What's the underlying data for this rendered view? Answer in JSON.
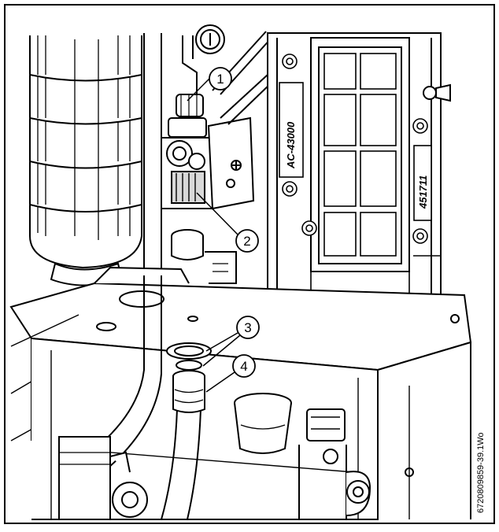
{
  "figure": {
    "callouts": [
      "1",
      "2",
      "3",
      "4"
    ],
    "side_label": "6720809859-39.1Wo",
    "panel_markings": {
      "model_text": "AC-43000",
      "serial_text": "451711"
    },
    "colors": {
      "line": "#000000",
      "fill": "#ffffff",
      "shade": "#d9d9d9",
      "dark_shade": "#8c8c8c"
    }
  }
}
